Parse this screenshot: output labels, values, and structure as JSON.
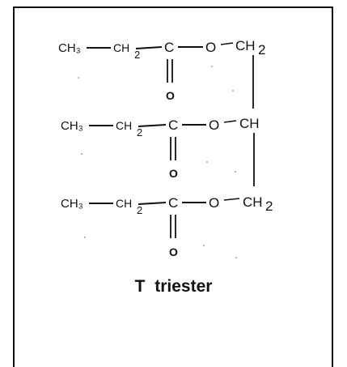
{
  "diagram": {
    "title": "T triester",
    "rows": [
      {
        "left_group": "CH₃",
        "middle_group": "CH",
        "middle_subscript": "2",
        "carbon": "C",
        "ester_oxygen": "O",
        "carbonyl_oxygen": "O",
        "right_group": "CH",
        "right_subscript": "2"
      },
      {
        "left_group": "CH₃",
        "middle_group": "CH",
        "middle_subscript": "2",
        "carbon": "C",
        "ester_oxygen": "O",
        "carbonyl_oxygen": "O",
        "right_group": "CH",
        "right_subscript": ""
      },
      {
        "left_group": "CH₃",
        "middle_group": "CH",
        "middle_subscript": "2",
        "carbon": "C",
        "ester_oxygen": "O",
        "carbonyl_oxygen": "O",
        "right_group": "CH",
        "right_subscript": "2"
      }
    ]
  }
}
